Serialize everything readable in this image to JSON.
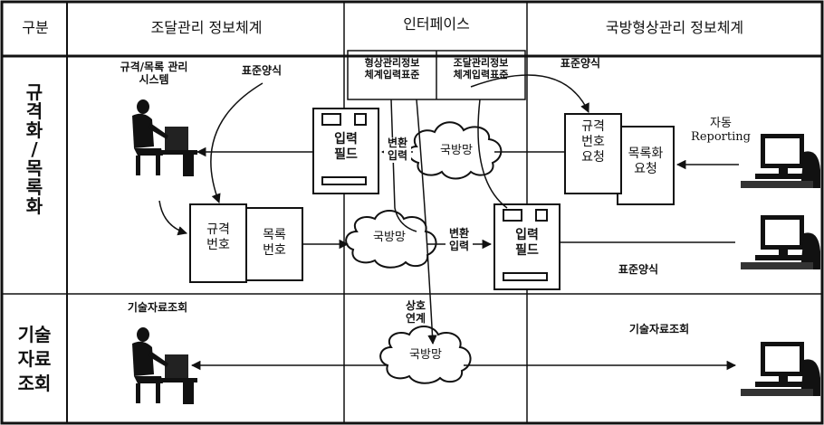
{
  "header": {
    "col_category": "구분",
    "col_procurement": "조달관리 정보체계",
    "col_interface": "인터페이스",
    "col_defense": "국방형상관리 정보체계"
  },
  "rows": {
    "standardization": "규격화/목록화",
    "tech_data": "기술자료조회"
  },
  "interface_boxes": {
    "config_std": "형상관리정보\n체계입력표준",
    "proc_std": "조달관리정보\n체계입력표준"
  },
  "labels": {
    "spec_catalog_system": "규격/목록 관리\n시스템",
    "standard_format_left": "표준양식",
    "standard_format_right_top": "표준양식",
    "standard_format_right_mid": "표준양식",
    "auto_reporting": "자동\nReporting",
    "convert_input_top": "변환\n입력",
    "convert_input_mid": "변환\n입력",
    "mutual_link": "상호\n연계",
    "tech_data_left": "기술자료조회",
    "tech_data_right": "기술자료조회"
  },
  "boxes": {
    "input_field_left": "입력\n필드",
    "input_field_right": "입력\n필드",
    "spec_number_request": "규격\n번호\n요청",
    "catalog_request": "목록화\n요청",
    "spec_number": "규격\n번호",
    "catalog_number": "목록\n번호"
  },
  "clouds": {
    "top": "국방망",
    "middle": "국방망",
    "bottom": "국방망"
  },
  "icons": {
    "left_user_top": "person-at-computer-icon",
    "left_user_bottom": "person-at-computer-icon",
    "right_terminal_1": "computer-terminal-icon",
    "right_terminal_2": "computer-terminal-icon",
    "right_terminal_3": "computer-terminal-icon"
  }
}
